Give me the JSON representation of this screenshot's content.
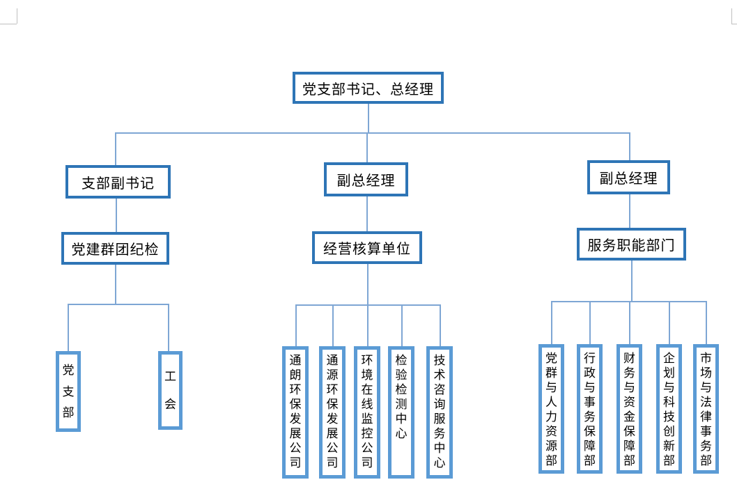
{
  "document": {
    "kind": "organization-chart",
    "background": "#ffffff"
  },
  "colors": {
    "box_border_dark": "#2E75B6",
    "box_border_light": "#5B9BD5",
    "connector_line": "#7EA6D4",
    "text": "#000000",
    "page_corner_mark": "#BFBFBF"
  },
  "org_chart": {
    "root": {
      "label": "党支部书记、总经理"
    },
    "branches": [
      {
        "manager": "支部副书记",
        "division": "党建群团纪检",
        "units": [
          "党支部",
          "工会"
        ]
      },
      {
        "manager": "副总经理",
        "division": "经营核算单位",
        "units": [
          "通朗环保发展公司",
          "通源环保发展公司",
          "环境在线监控公司",
          "检验检测中心",
          "技术咨询服务中心"
        ]
      },
      {
        "manager": "副总经理",
        "division": "服务职能部门",
        "units": [
          "党群与人力资源部",
          "行政与事务保障部",
          "财务与资金保障部",
          "企划与科技创新部",
          "市场与法律事务部"
        ]
      }
    ]
  }
}
